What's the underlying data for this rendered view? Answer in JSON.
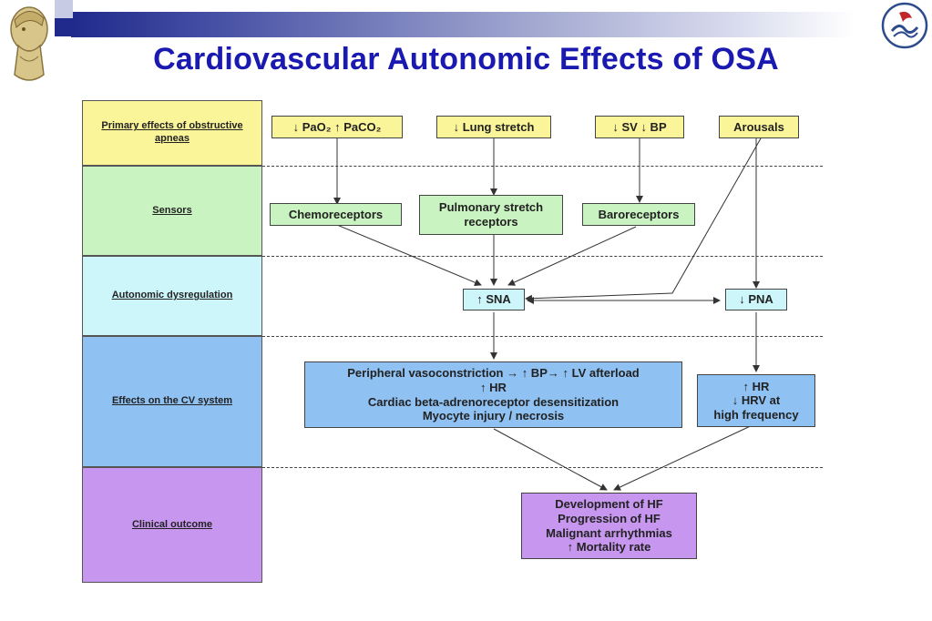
{
  "slide": {
    "title": "Cardiovascular Autonomic Effects of OSA"
  },
  "row_labels": [
    "Primary effects of obstructive apneas",
    "Sensors",
    "Autonomic dysregulation",
    "Effects on the CV system",
    "Clinical outcome"
  ],
  "primary": {
    "gases": "↓ PaO₂ ↑ PaCO₂",
    "lung": "↓ Lung stretch",
    "sv_bp": "↓ SV ↓ BP",
    "arousals": "Arousals"
  },
  "sensors": {
    "chemo": "Chemoreceptors",
    "pulmonary": "Pulmonary stretch receptors",
    "baro": "Baroreceptors"
  },
  "autonomic": {
    "sna": "↑ SNA",
    "pna": "↓ PNA"
  },
  "cv": {
    "sna_effects": [
      "Peripheral vasoconstriction → ↑ BP→ ↑ LV afterload",
      "↑ HR",
      "Cardiac beta-adrenoreceptor desensitization",
      "Myocyte injury / necrosis"
    ],
    "pna_effects": [
      "↑ HR",
      "↓ HRV at",
      "high frequency"
    ]
  },
  "outcome": [
    "Development of HF",
    "Progression of HF",
    "Malignant arrhythmias",
    "↑ Mortality rate"
  ],
  "colors": {
    "title": "#1a1ab0",
    "yellow": "#fbf59a",
    "green": "#c9f3c0",
    "cyan": "#ccf6fa",
    "blue": "#8fc1f2",
    "purple": "#c796ee"
  }
}
